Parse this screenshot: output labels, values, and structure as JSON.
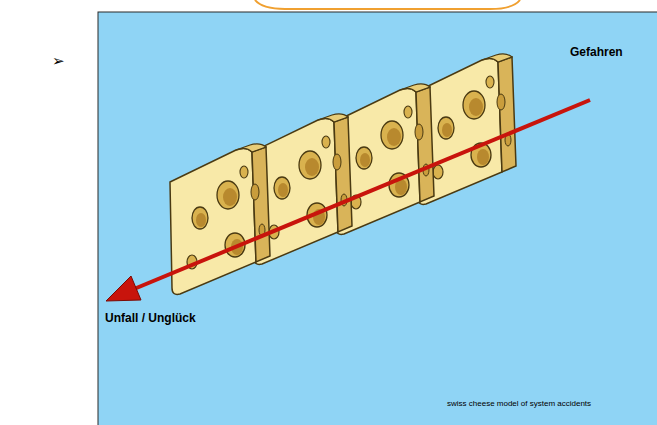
{
  "diagram": {
    "labels": [
      "➢",
      "Gefahren",
      "Unfall / Unglück",
      "swiss cheese model of system accidents"
    ]
  }
}
